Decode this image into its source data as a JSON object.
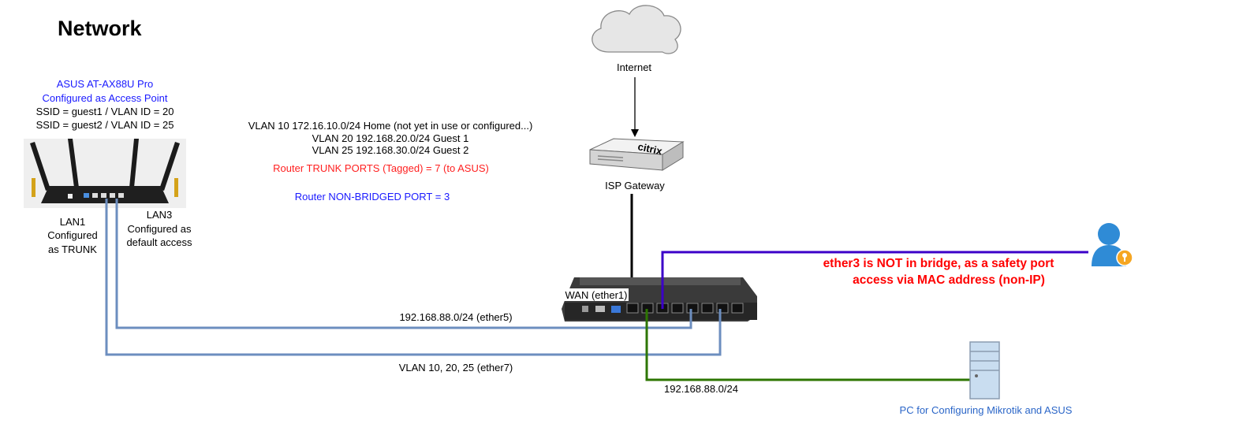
{
  "title": "Network",
  "asus": {
    "model": "ASUS AT-AX88U Pro",
    "mode": "Configured as Access Point",
    "ssid1": "SSID = guest1 / VLAN ID = 20",
    "ssid2": "SSID = guest2 / VLAN ID = 25",
    "lan1": [
      "LAN1",
      "Configured",
      "as TRUNK"
    ],
    "lan3": [
      "LAN3",
      "Configured as",
      "default access"
    ]
  },
  "vlans": [
    "VLAN 10 172.16.10.0/24 Home (not yet in use or configured...)",
    "VLAN 20 192.168.20.0/24 Guest 1",
    "VLAN 25 192.168.30.0/24 Guest 2"
  ],
  "trunk_ports": "Router TRUNK PORTS (Tagged) = 7 (to ASUS)",
  "non_bridged": "Router NON-BRIDGED PORT = 3",
  "internet": "Internet",
  "isp_gateway": "ISP Gateway",
  "gateway_brand": "citrix",
  "wan": "WAN (ether1)",
  "ether3_note": [
    "ether3 is NOT in bridge, as a safety port",
    "access via MAC address (non-IP)"
  ],
  "link_ether5": "192.168.88.0/24 (ether5)",
  "link_ether7": "VLAN 10, 20, 25 (ether7)",
  "link_pc": "192.168.88.0/24",
  "pc_label": "PC for Configuring Mikrotik and ASUS",
  "colors": {
    "trunk_line": "#6c8ebf",
    "pc_line": "#2d7600",
    "admin_line": "#3b00c8",
    "note_red": "#ff0000",
    "label_blue": "#1a1aff"
  }
}
